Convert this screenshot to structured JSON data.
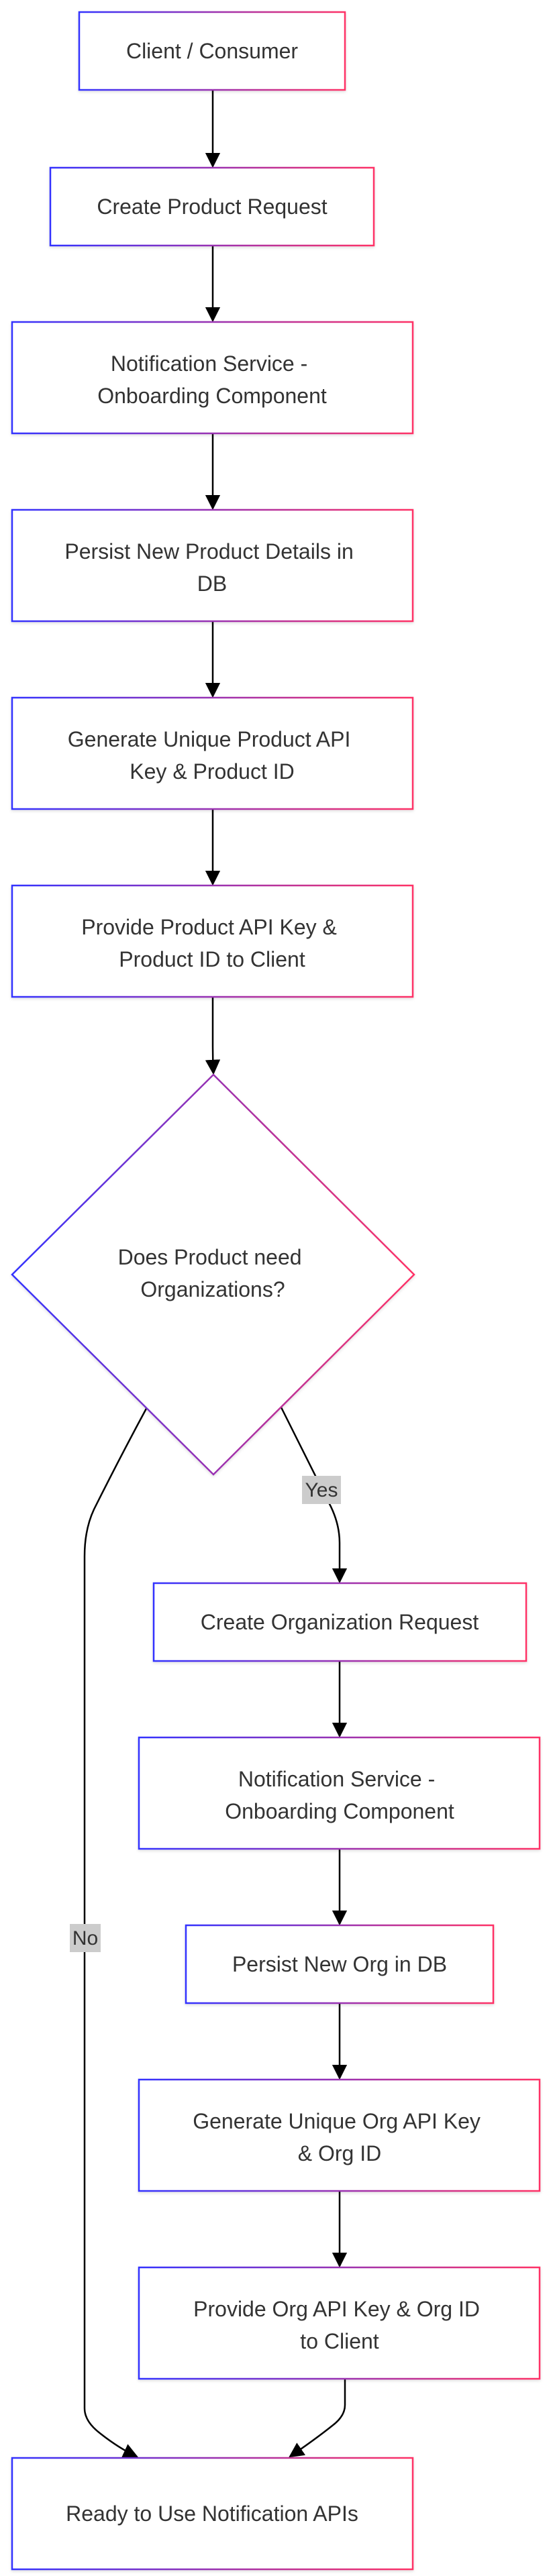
{
  "flowchart": {
    "nodes": {
      "client": "Client / Consumer",
      "create_product": "Create Product Request",
      "notif_product": [
        "Notification Service -",
        "Onboarding Component"
      ],
      "persist_product": [
        "Persist New Product Details in",
        "DB"
      ],
      "gen_product_key": [
        "Generate Unique Product API",
        "Key & Product ID"
      ],
      "provide_product": [
        "Provide Product API Key &",
        "Product ID to Client"
      ],
      "decision": [
        "Does Product need",
        "Organizations?"
      ],
      "create_org": "Create Organization Request",
      "notif_org": [
        "Notification Service -",
        "Onboarding Component"
      ],
      "persist_org": "Persist New Org in DB",
      "gen_org_key": [
        "Generate Unique Org API Key",
        "& Org ID"
      ],
      "provide_org": [
        "Provide Org API Key & Org ID",
        "to Client"
      ],
      "ready": "Ready to Use Notification APIs"
    },
    "edge_labels": {
      "yes": "Yes",
      "no": "No"
    },
    "colors": {
      "gradient_start": "#3333ff",
      "gradient_end": "#ff3366",
      "arrow": "#000000",
      "label_bg": "#cccccc"
    }
  }
}
